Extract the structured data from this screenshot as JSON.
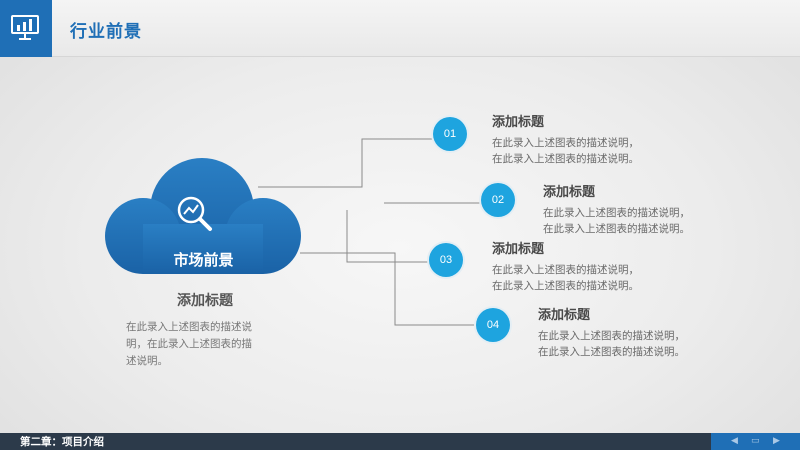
{
  "header": {
    "title": "行业前景"
  },
  "cloud": {
    "label": "市场前景"
  },
  "left": {
    "title": "添加标题",
    "desc_lines": [
      "在此录入上述图表的描述说",
      "明，在此录入上述图表的描",
      "述说明。"
    ]
  },
  "items": [
    {
      "number": "01",
      "title": "添加标题",
      "line1": "在此录入上述图表的描述说明，",
      "line2": "在此录入上述图表的描述说明。"
    },
    {
      "number": "02",
      "title": "添加标题",
      "line1": "在此录入上述图表的描述说明，",
      "line2": "在此录入上述图表的描述说明。"
    },
    {
      "number": "03",
      "title": "添加标题",
      "line1": "在此录入上述图表的描述说明，",
      "line2": "在此录入上述图表的描述说明。"
    },
    {
      "number": "04",
      "title": "添加标题",
      "line1": "在此录入上述图表的描述说明，",
      "line2": "在此录入上述图表的描述说明。"
    }
  ],
  "footer": {
    "chapter": "第二章：项目介绍"
  },
  "colors": {
    "primary": "#1f6fb6",
    "accent": "#1ea4df",
    "footer": "#2c3a4a"
  },
  "icons": [
    "chart-presentation-icon",
    "magnifier-trend-icon",
    "cloud-shape",
    "prev-icon",
    "home-icon",
    "next-icon"
  ]
}
